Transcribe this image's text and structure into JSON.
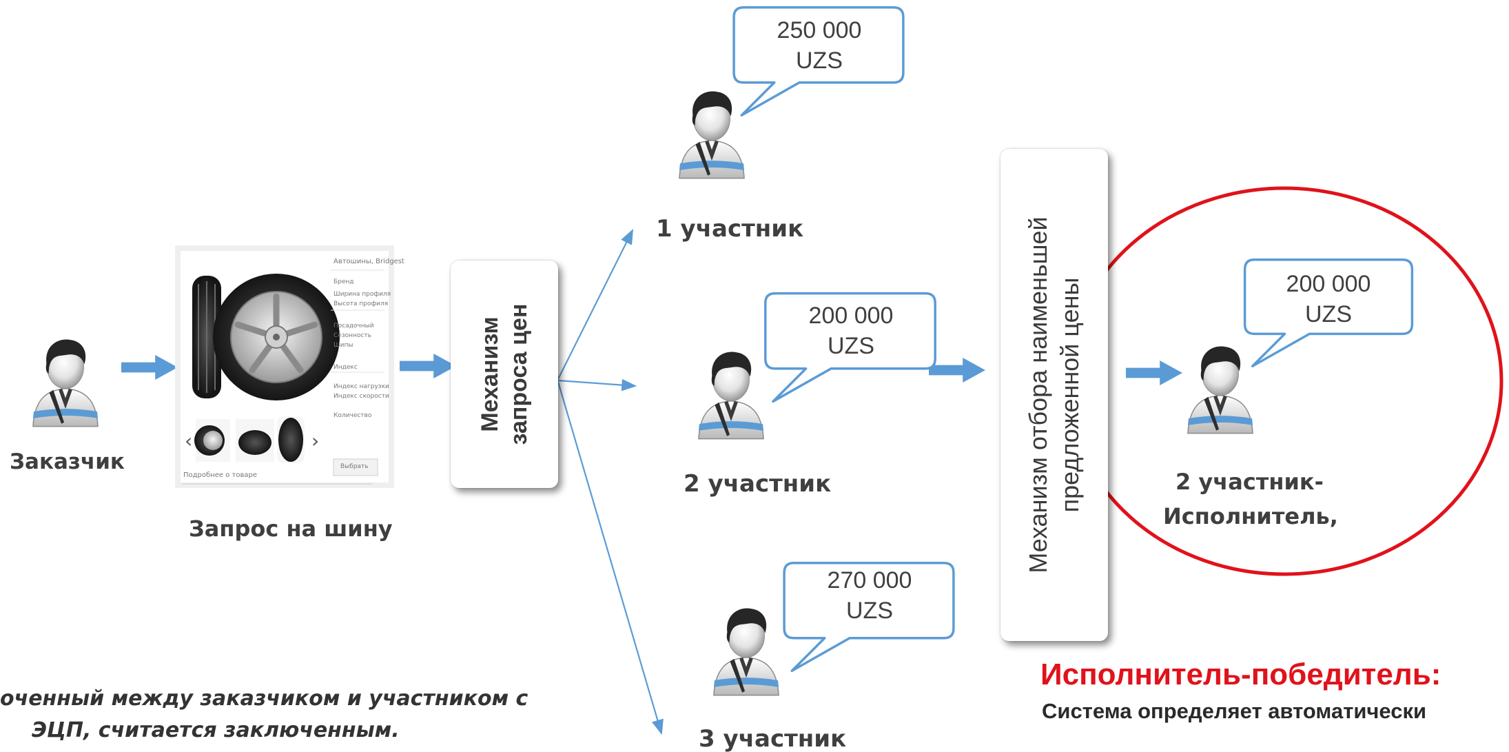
{
  "customer": {
    "label": "Заказчик"
  },
  "request": {
    "label": "Запрос на шину",
    "screenshot": {
      "header": "Автошины, Bridgest",
      "specs": [
        "Бренд",
        "Ширина профиля",
        "Высота профиля",
        "Посадочный",
        "Сезонность",
        "Шипы",
        "Индекс",
        "Индекс нагрузки",
        "Индекс скорости",
        "Количество"
      ],
      "caption": "Подробнее о товаре",
      "button": "Выбрать"
    }
  },
  "price_request_box": {
    "line1": "Механизм",
    "line2": "запроса цен"
  },
  "participants": [
    {
      "label": "1 участник",
      "price_amount": "250 000",
      "price_currency": "UZS"
    },
    {
      "label": "2 участник",
      "price_amount": "200 000",
      "price_currency": "UZS"
    },
    {
      "label": "3 участник",
      "price_amount": "270 000",
      "price_currency": "UZS"
    }
  ],
  "selection_box": {
    "line1": "Механизм отбора наименьшей",
    "line2": "предложенной цены"
  },
  "winner": {
    "label_line1": "2 участник-",
    "label_line2": "Исполнитель,",
    "price_amount": "200 000",
    "price_currency": "UZS",
    "title": "Исполнитель-победитель:",
    "subtitle": "Система определяет автоматически",
    "circle_color": "#e0121b"
  },
  "footnote": {
    "line1": "оченный    между    заказчиком    и    участником    с",
    "line2": "ЭЦП, считается заключенным."
  },
  "colors": {
    "arrow": "#5b9bd5",
    "bubble_border": "#5b9bd5",
    "person_band": "#5b9bd5",
    "winner_red": "#e0121b"
  },
  "icons": [
    "person-icon",
    "speech-bubble-icon",
    "arrow-right-icon",
    "tire-icon",
    "wheel-icon"
  ]
}
